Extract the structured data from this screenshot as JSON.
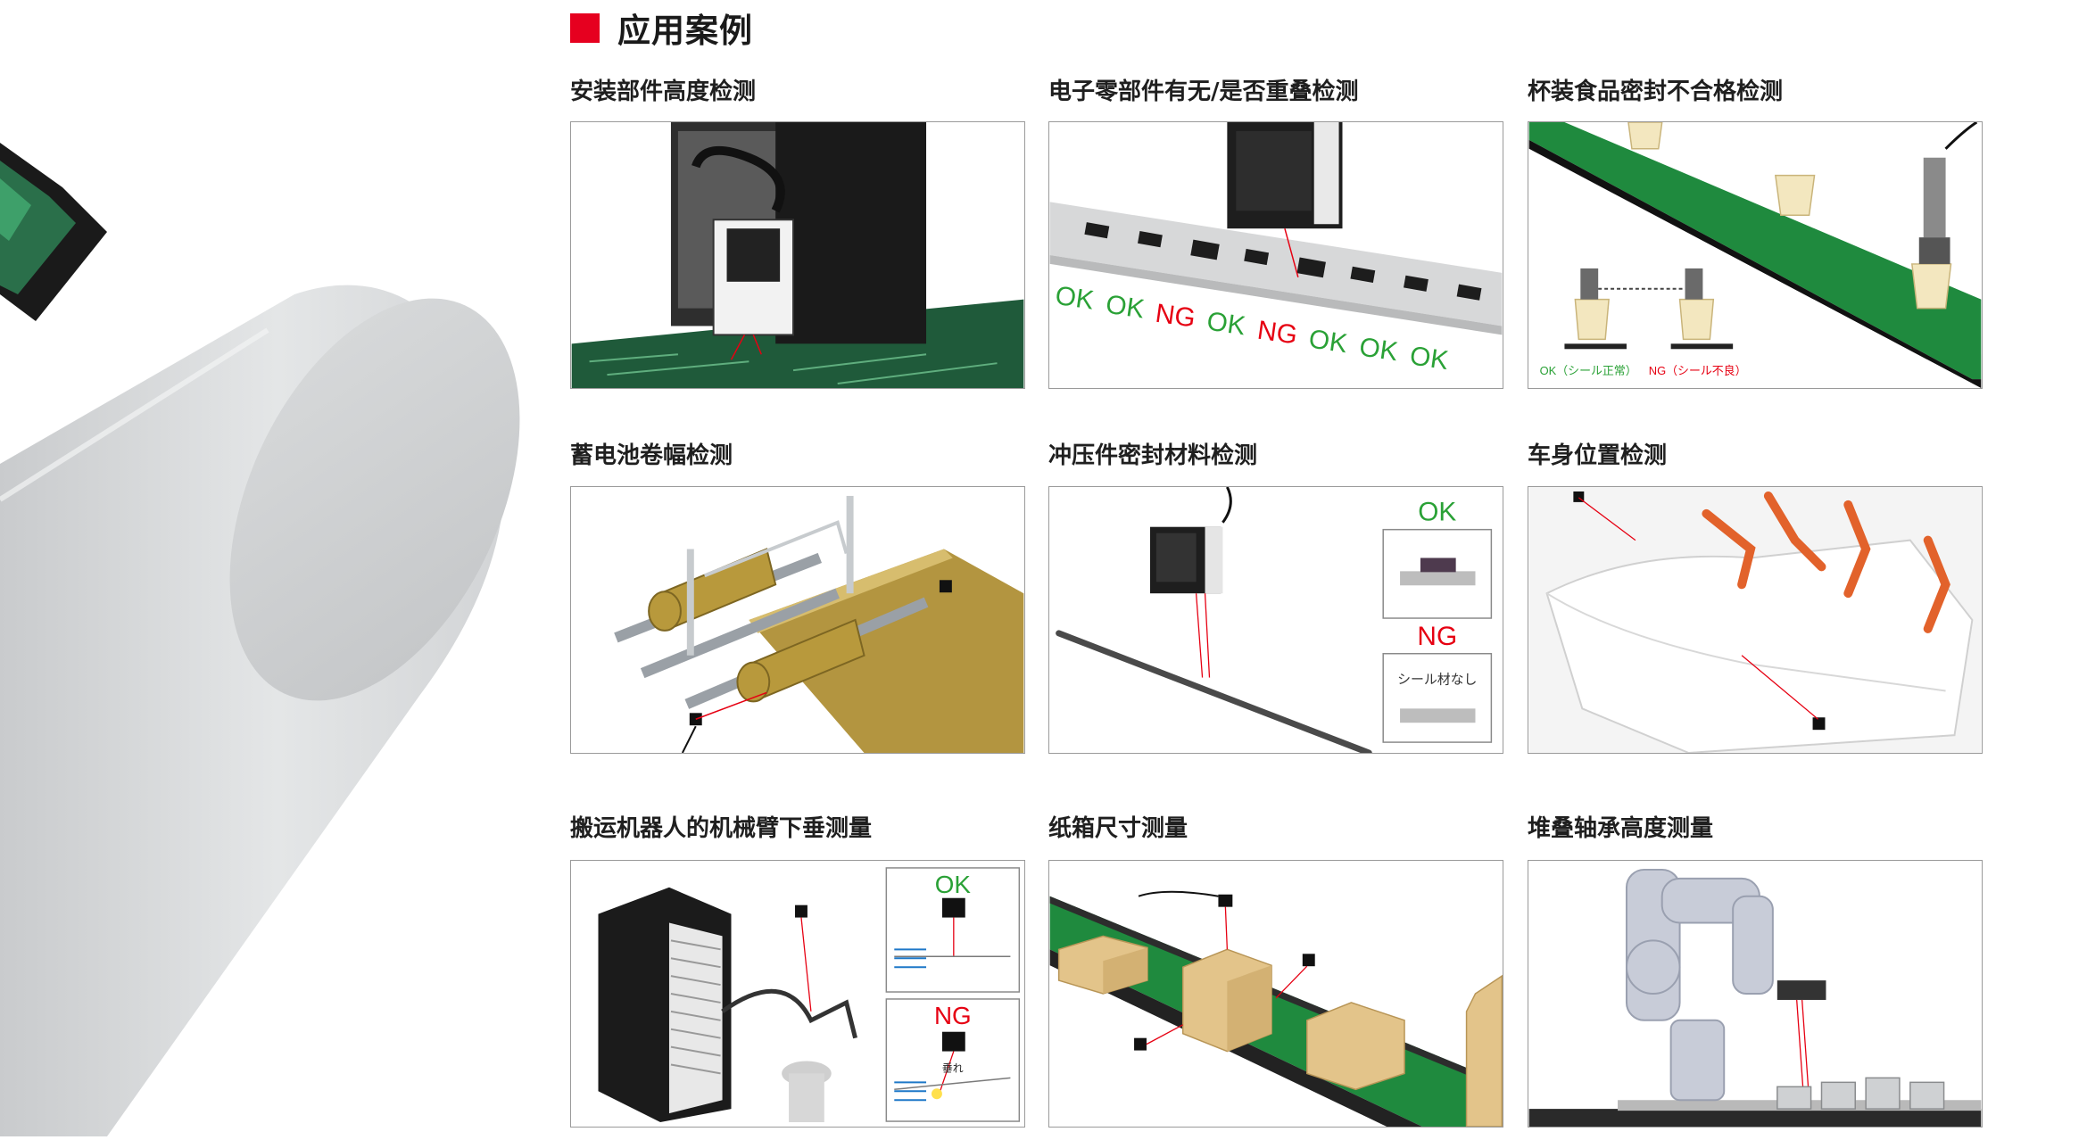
{
  "section": {
    "title": "应用案例",
    "accent_color": "#e6001f"
  },
  "cases": [
    {
      "title": "安装部件高度检测"
    },
    {
      "title": "电子零部件有无/是否重叠检测",
      "marks": [
        "OK",
        "OK",
        "NG",
        "OK",
        "NG",
        "OK",
        "OK",
        "OK"
      ]
    },
    {
      "title": "杯装食品密封不合格检测",
      "ok_caption": "OK（シール正常）",
      "ng_caption": "NG（シール不良）"
    },
    {
      "title": "蓄电池卷幅检测"
    },
    {
      "title": "冲压件密封材料检测",
      "ok_label": "OK",
      "ng_label": "NG",
      "ng_note": "シール材なし"
    },
    {
      "title": "车身位置检测"
    },
    {
      "title": "搬运机器人的机械臂下垂测量",
      "ok_label": "OK",
      "ng_label": "NG",
      "ng_note": "垂れ"
    },
    {
      "title": "纸箱尺寸测量"
    },
    {
      "title": "堆叠轴承高度测量"
    }
  ],
  "colors": {
    "ok_green": "#2aa136",
    "ng_red": "#e60012",
    "belt_green": "#1f8a3e",
    "box_tan": "#e3c48a",
    "gold_film": "#b39540"
  }
}
